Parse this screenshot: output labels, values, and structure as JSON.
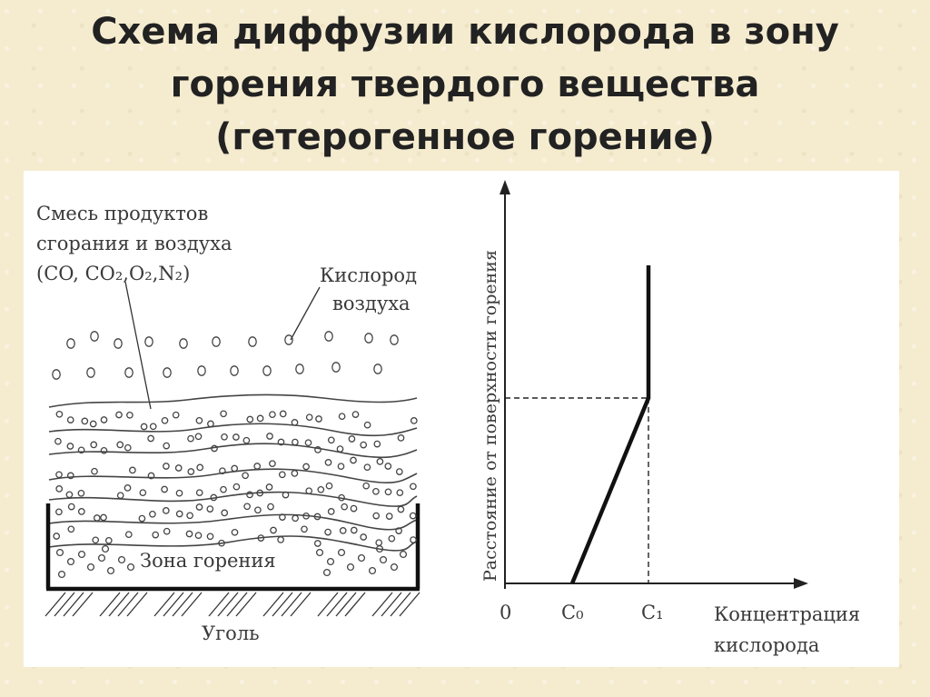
{
  "title": {
    "line1": "Схема диффузии кислорода в зону",
    "line2": "горения твердого вещества",
    "line3": "(гетерогенное горение)"
  },
  "left_diagram": {
    "mixture_line1": "Смесь продуктов",
    "mixture_line2": "сгорания и воздуха",
    "mixture_formula": "(CO, CO₂,O₂,N₂)",
    "oxygen_line1": "Кислород",
    "oxygen_line2": "воздуха",
    "combustion_zone": "Зона горения",
    "coal": "Уголь"
  },
  "graph": {
    "y_label": "Расстояние от поверхности горения",
    "origin": "0",
    "c0": "C₀",
    "c1": "C₁",
    "x_label_line1": "Концентрация",
    "x_label_line2": "кислорода"
  },
  "colors": {
    "background": "#f5ecd0",
    "figure": "#ffffff",
    "ink": "#2a2a2a"
  }
}
